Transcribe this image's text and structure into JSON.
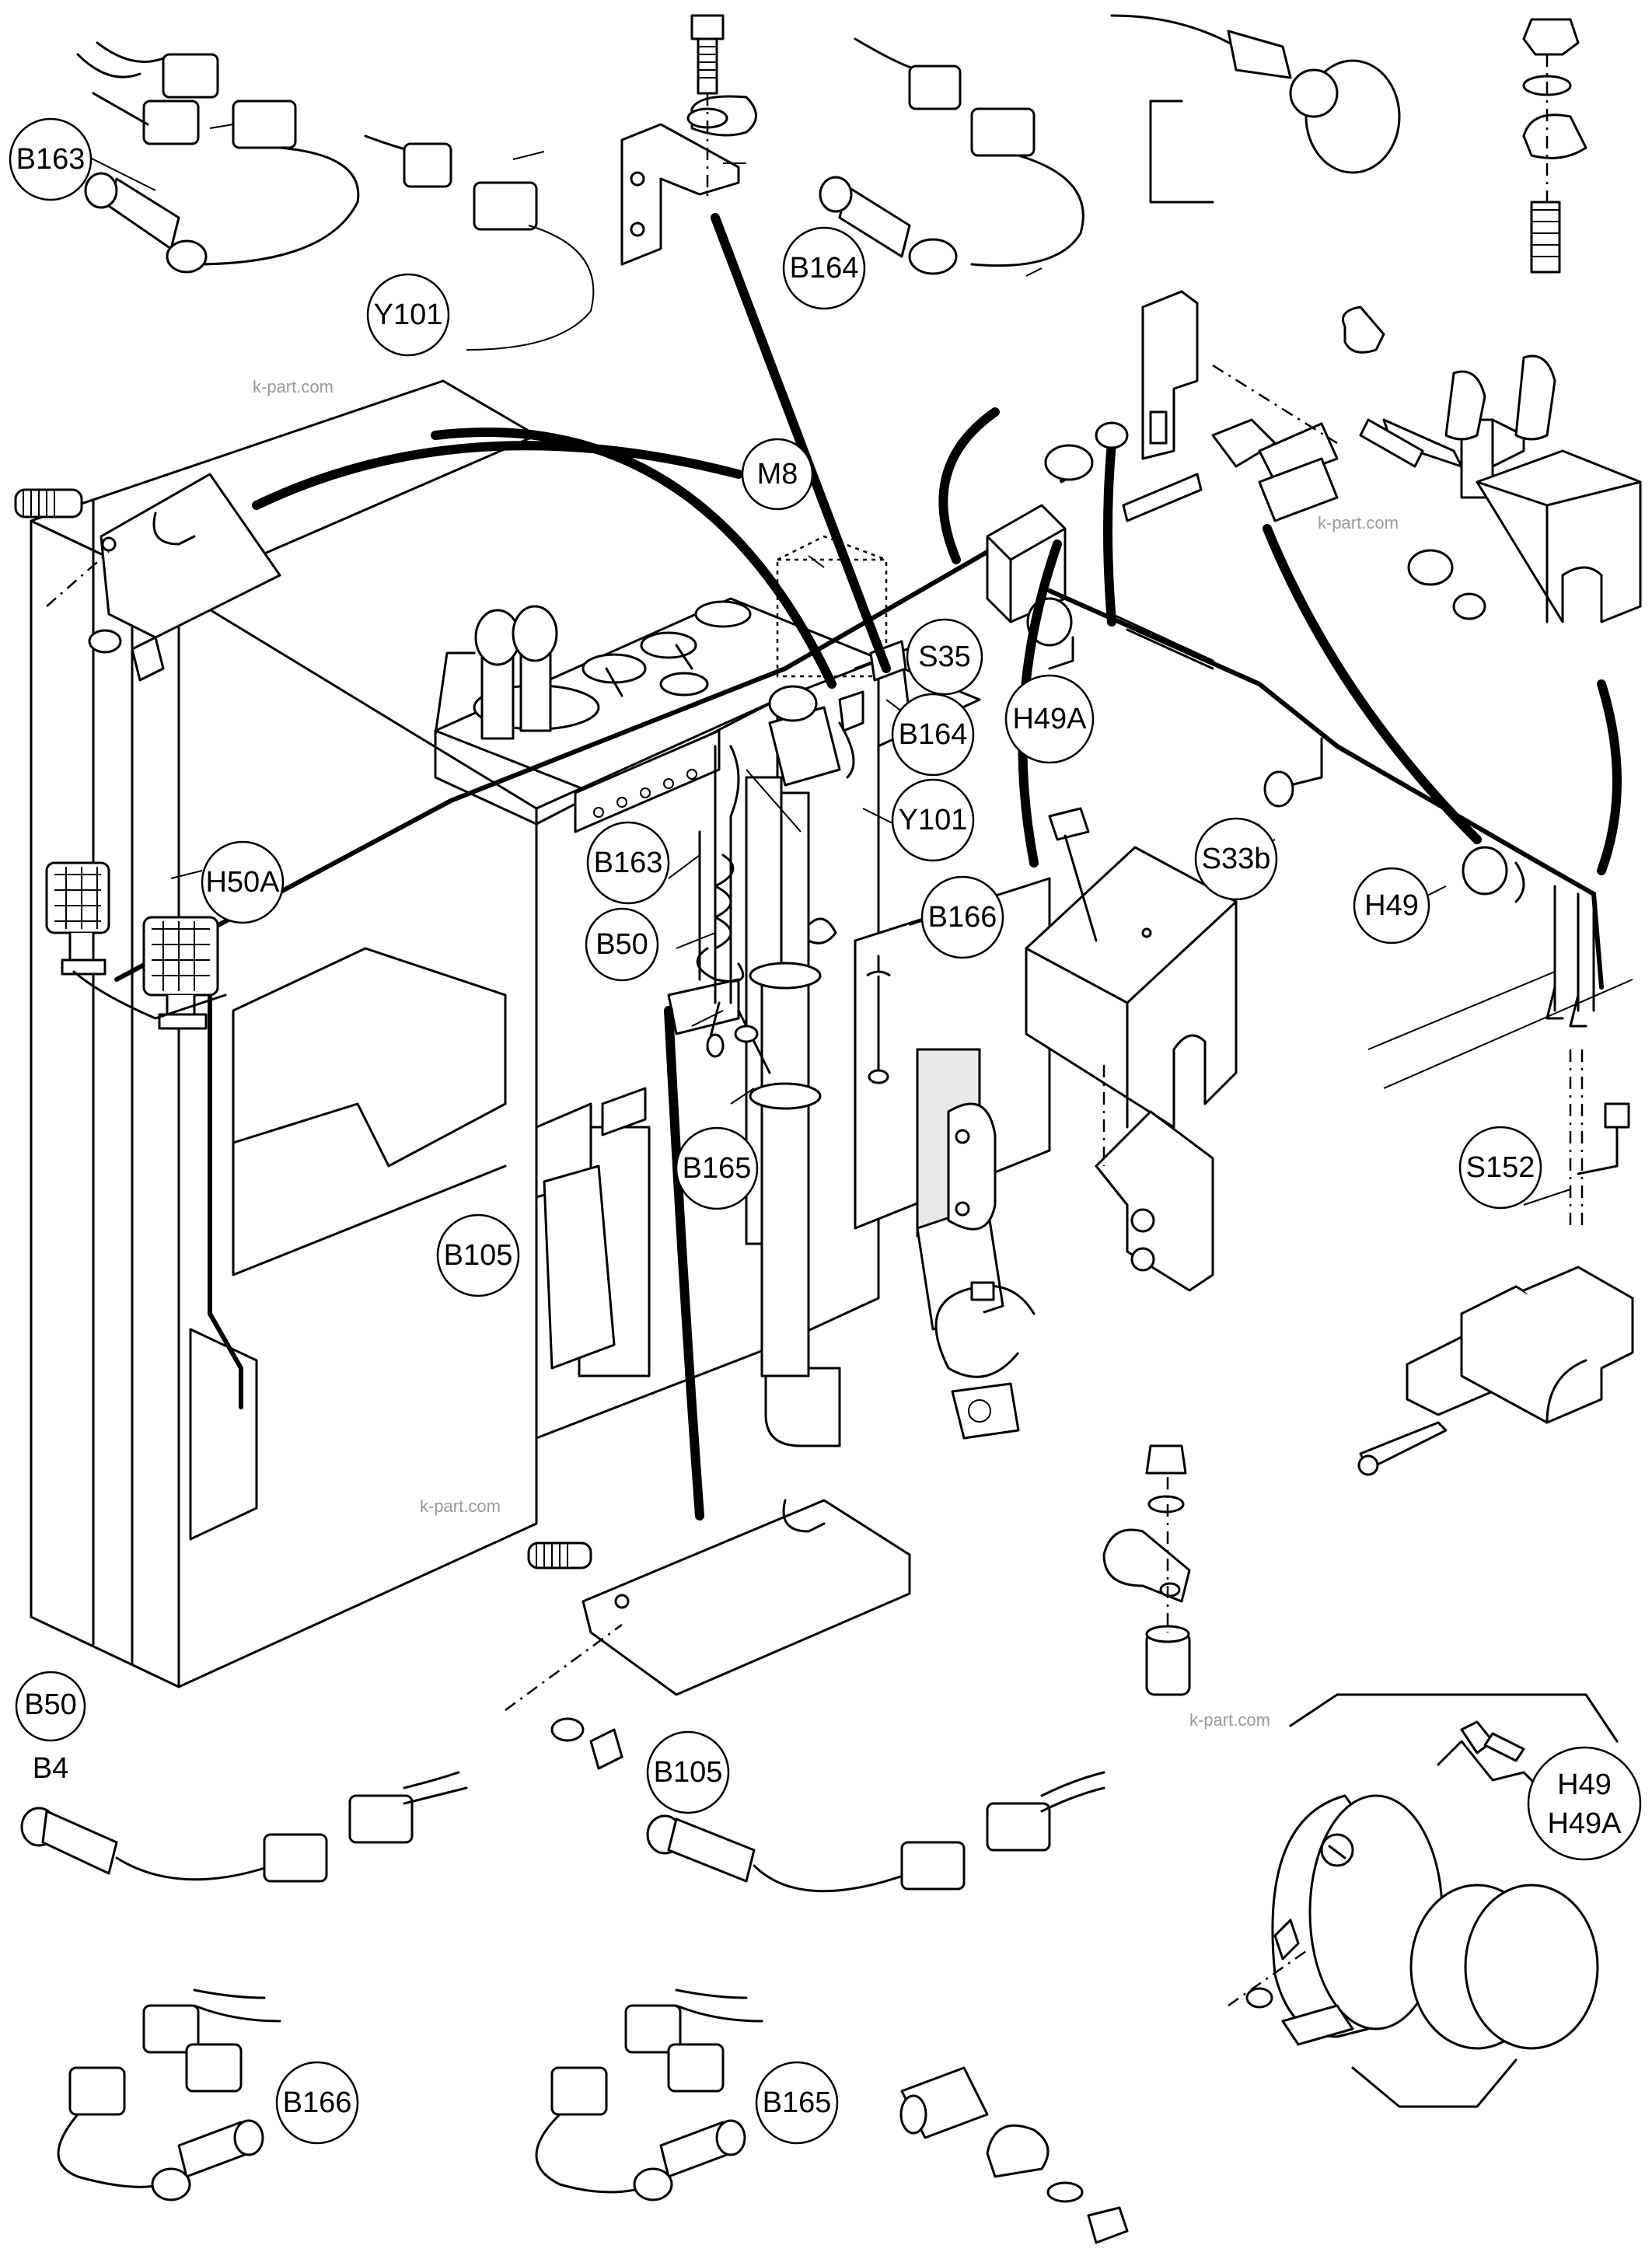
{
  "watermark": "k-part.com",
  "labels": {
    "b163_top": "B163",
    "y101_top": "Y101",
    "b164_top": "B164",
    "m8": "M8",
    "s35": "S35",
    "b164_mid": "B164",
    "y101_mid": "Y101",
    "h49a_mid": "H49A",
    "b163_mid": "B163",
    "h50a": "H50A",
    "b50_mid": "B50",
    "b166_mid": "B166",
    "s33b": "S33b",
    "h49_mid": "H49",
    "b105_mid": "B105",
    "b165_mid": "B165",
    "s152": "S152",
    "b50_bottom": "B50",
    "b4_bottom": "B4",
    "b105_bottom": "B105",
    "h49_bottom": "H49",
    "h49a_bottom": "H49A",
    "b166_bottom": "B166",
    "b165_bottom": "B165"
  }
}
